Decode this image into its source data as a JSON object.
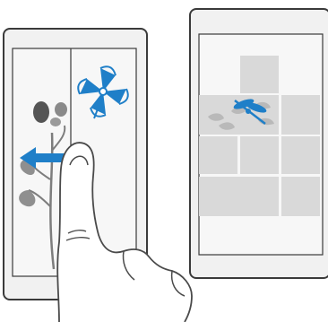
{
  "colors": {
    "accent": "#1f7fc8",
    "device_outline": "#3a3a3a",
    "device_body": "#f1f1f1",
    "screen": "#f7f7f7",
    "tile": "#d9d9d9",
    "line": "#4a4a4a",
    "plant": "#7d7d7d"
  },
  "icons": [
    "phone-left-device",
    "phone-right-device",
    "pinwheel-icon",
    "flower-plant-icon",
    "swipe-left-arrow-icon",
    "hand-finger-icon",
    "tile-grid",
    "dragonfly-icon",
    "leaf-cluster-icon"
  ]
}
